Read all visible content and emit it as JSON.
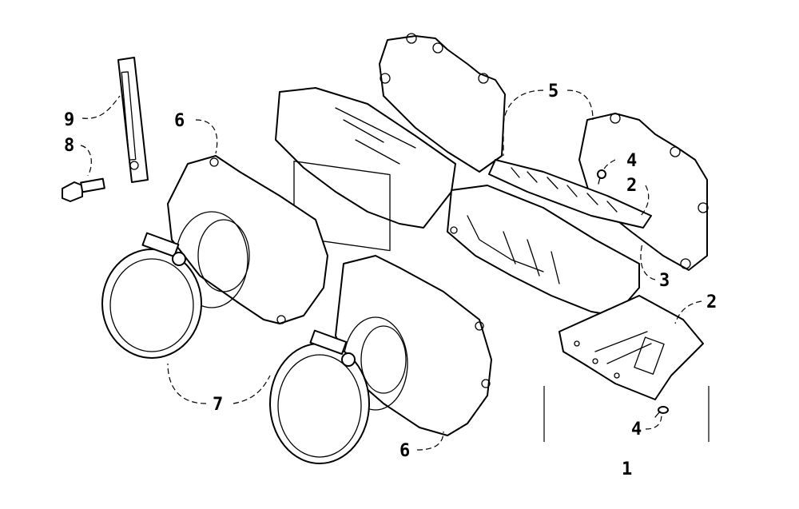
{
  "callouts": {
    "c1": "1",
    "c2a": "2",
    "c2b": "2",
    "c3": "3",
    "c4a": "4",
    "c4b": "4",
    "c5": "5",
    "c6a": "6",
    "c6b": "6",
    "c7": "7",
    "c8": "8",
    "c9": "9"
  }
}
